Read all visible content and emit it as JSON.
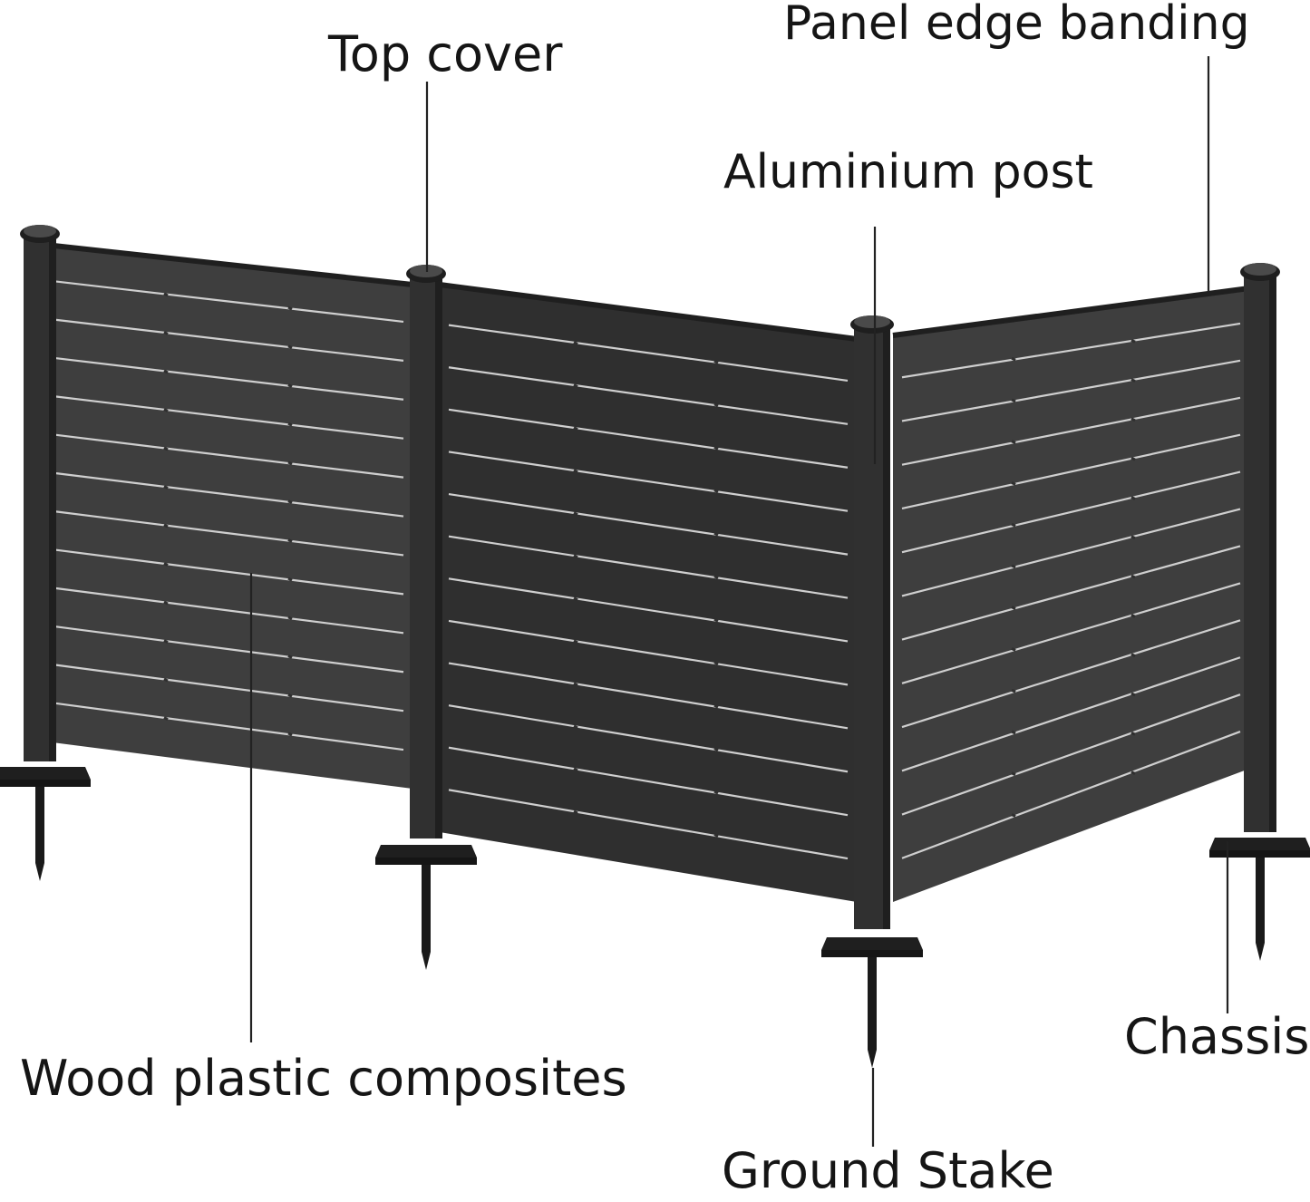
{
  "labels": {
    "top_cover": "Top cover",
    "panel_edge_banding": "Panel edge banding",
    "aluminium_post": "Aluminium post",
    "wood_plastic_composites": "Wood plastic composites",
    "chassis": "Chassis",
    "ground_stake": "Ground Stake"
  },
  "colors": {
    "panel": "#3e3e3e",
    "panel_dark": "#2f2f2f",
    "post": "#303030",
    "post_dark": "#1f1f1f",
    "slat_gap": "#cfcfcf",
    "leader_line": "#222222",
    "text": "#151515"
  },
  "panels": [
    {
      "slats": 12
    },
    {
      "slats": 12
    },
    {
      "slats": 12
    }
  ]
}
